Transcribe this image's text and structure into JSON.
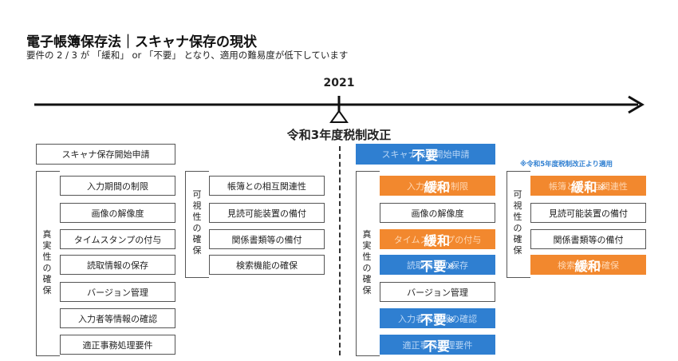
{
  "header": {
    "title": "電子帳簿保存法｜スキャナ保存の現状",
    "subtitle": "要件の 2 / 3 が 「緩和」 or 「不要」 となり、適用の難易度が低下しています"
  },
  "timeline": {
    "year": "2021",
    "era_label": "令和3年度税制改正"
  },
  "note": "※令和5年度税制改正より適用",
  "labels": {
    "authenticity": [
      "真",
      "実",
      "性",
      "の",
      "確",
      "保"
    ],
    "visibility": [
      "可",
      "視",
      "性",
      "の",
      "確",
      "保"
    ]
  },
  "before": {
    "application": "スキャナ保存開始申請",
    "authenticity_items": [
      "入力期間の制限",
      "画像の解像度",
      "タイムスタンプの付与",
      "読取情報の保存",
      "バージョン管理",
      "入力者等情報の確認",
      "適正事務処理要件"
    ],
    "visibility_items": [
      "帳簿との相互関連性",
      "見読可能装置の備付",
      "関係書類等の備付",
      "検索機能の確保"
    ]
  },
  "after": {
    "application": {
      "label": "スキャナ保存開始申請",
      "stamp": "不要",
      "kome": ""
    },
    "authenticity_items": [
      {
        "label": "入力期間の制限",
        "stamp": "緩和",
        "kome": ""
      },
      {
        "label": "画像の解像度",
        "stamp": "",
        "kome": ""
      },
      {
        "label": "タイムスタンプの付与",
        "stamp": "緩和",
        "kome": ""
      },
      {
        "label": "読取情報の保存",
        "stamp": "不要",
        "kome": "※"
      },
      {
        "label": "バージョン管理",
        "stamp": "",
        "kome": ""
      },
      {
        "label": "入力者等情報の確認",
        "stamp": "不要",
        "kome": "※"
      },
      {
        "label": "適正事務処理要件",
        "stamp": "不要",
        "kome": ""
      }
    ],
    "visibility_items": [
      {
        "label": "帳簿との相互関連性",
        "stamp": "緩和",
        "kome": "※"
      },
      {
        "label": "見読可能装置の備付",
        "stamp": "",
        "kome": ""
      },
      {
        "label": "関係書類等の備付",
        "stamp": "",
        "kome": ""
      },
      {
        "label": "検索機能の確保",
        "stamp": "緩和",
        "kome": ""
      }
    ]
  },
  "colors": {
    "relaxed": "#f2882e",
    "unnecessary": "#2f7fd1"
  }
}
